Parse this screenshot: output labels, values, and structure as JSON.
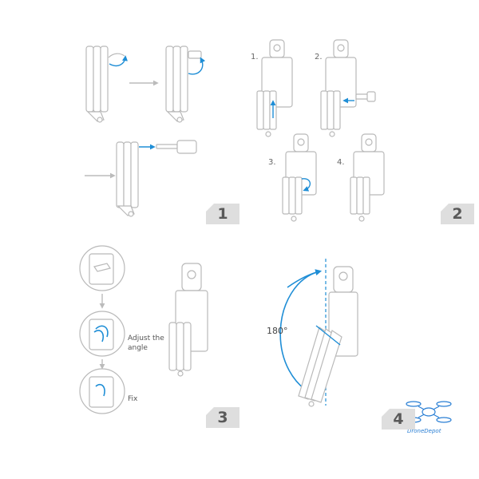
{
  "panels": [
    {
      "number": "1"
    },
    {
      "number": "2",
      "steps": [
        "1.",
        "2.",
        "3.",
        "4."
      ]
    },
    {
      "number": "3",
      "captions": {
        "adjust_line1": "Adjust the",
        "adjust_line2": "angle",
        "fix": "Fix"
      }
    },
    {
      "number": "4",
      "angle_label": "180°"
    }
  ],
  "logo": {
    "brand_text": "DroneDepot"
  },
  "colors": {
    "line": "#b9b9b9",
    "accent": "#1f8ed6",
    "badge_bg": "#dedede",
    "badge_text": "#595959"
  }
}
